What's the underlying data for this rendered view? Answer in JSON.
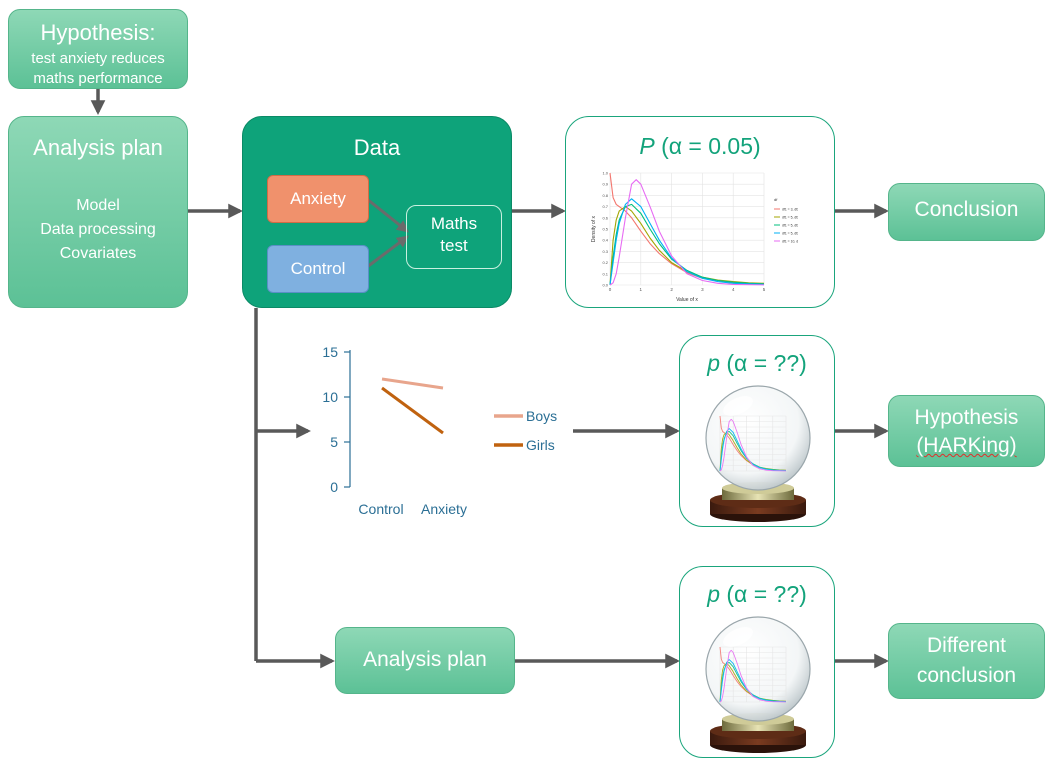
{
  "hypothesis": {
    "title": "Hypothesis:",
    "line1": "test anxiety reduces",
    "line2": "maths performance"
  },
  "analysis_plan": {
    "title": "Analysis plan",
    "items": [
      "Model",
      "Data processing",
      "Covariates"
    ]
  },
  "data_box": {
    "title": "Data",
    "anxiety": "Anxiety",
    "control": "Control",
    "maths_line1": "Maths",
    "maths_line2": "test"
  },
  "p_top": {
    "symbol": "P",
    "label": "(α = 0.05)"
  },
  "p_mid": {
    "symbol": "p",
    "label": "(α = ??)"
  },
  "p_bot": {
    "symbol": "p",
    "label": "(α = ??)"
  },
  "conclusion": "Conclusion",
  "harking": {
    "line1": "Hypothesis",
    "line2": "(HARKing)"
  },
  "analysis_plan_2": "Analysis plan",
  "different": {
    "line1": "Different",
    "line2": "conclusion"
  },
  "colors": {
    "teal": "#13a37b",
    "box_green": "#6cc9a1",
    "dark_green": "#0ea37a",
    "anxiety": "#f0916c",
    "control": "#7fb0e0",
    "boys": "#e8a58c",
    "girls": "#c0620f",
    "axis": "#2b6f95"
  },
  "chart_data": [
    {
      "type": "line",
      "categories": [
        "Control",
        "Anxiety"
      ],
      "yticks": [
        0,
        5,
        10,
        15
      ],
      "ylim": [
        0,
        15
      ],
      "series": [
        {
          "name": "Boys",
          "values": [
            12,
            11
          ]
        },
        {
          "name": "Girls",
          "values": [
            11,
            6
          ]
        }
      ],
      "legend_position": "right"
    },
    {
      "type": "line",
      "xlabel": "Value of x",
      "ylabel": "Density of x",
      "xticks": [
        0,
        1,
        2,
        3,
        4,
        5
      ],
      "yticks": [
        0,
        0.1,
        0.2,
        0.3,
        0.4,
        0.5,
        0.6,
        0.7,
        0.8,
        0.9,
        1.0
      ],
      "xlim": [
        0,
        5
      ],
      "ylim": [
        0,
        1.0
      ],
      "legend_title": "df",
      "legend_position": "right",
      "series": [
        {
          "name": "df1 = 3, df2 = 50",
          "color": "#f3766e",
          "x": [
            0,
            0.1,
            0.2,
            0.3,
            0.5,
            0.7,
            1.0,
            1.3,
            1.6,
            2.0,
            2.5,
            3.0,
            3.5,
            4.0,
            4.5,
            5.0
          ],
          "y": [
            1.0,
            0.78,
            0.72,
            0.7,
            0.66,
            0.6,
            0.48,
            0.37,
            0.28,
            0.19,
            0.11,
            0.06,
            0.04,
            0.02,
            0.015,
            0.01
          ]
        },
        {
          "name": "df1 = 5, df2 = 20",
          "color": "#a3a500",
          "x": [
            0,
            0.1,
            0.2,
            0.3,
            0.5,
            0.7,
            1.0,
            1.3,
            1.6,
            2.0,
            2.5,
            3.0,
            3.5,
            4.0,
            4.5,
            5.0
          ],
          "y": [
            0,
            0.4,
            0.58,
            0.66,
            0.7,
            0.66,
            0.55,
            0.42,
            0.31,
            0.2,
            0.12,
            0.07,
            0.045,
            0.03,
            0.02,
            0.015
          ]
        },
        {
          "name": "df1 = 5, df2 = 20",
          "color": "#00bf7d",
          "x": [
            0,
            0.1,
            0.2,
            0.3,
            0.5,
            0.7,
            1.0,
            1.3,
            1.6,
            2.0,
            2.5,
            3.0,
            3.5,
            4.0,
            4.5,
            5.0
          ],
          "y": [
            0,
            0.25,
            0.45,
            0.58,
            0.7,
            0.72,
            0.64,
            0.5,
            0.37,
            0.23,
            0.13,
            0.07,
            0.04,
            0.025,
            0.015,
            0.01
          ]
        },
        {
          "name": "df1 = 5, df2 = 100",
          "color": "#00b0f6",
          "x": [
            0,
            0.1,
            0.2,
            0.3,
            0.5,
            0.7,
            1.0,
            1.3,
            1.6,
            2.0,
            2.5,
            3.0,
            3.5,
            4.0,
            4.5,
            5.0
          ],
          "y": [
            0,
            0.2,
            0.4,
            0.55,
            0.72,
            0.77,
            0.7,
            0.55,
            0.4,
            0.24,
            0.12,
            0.06,
            0.03,
            0.015,
            0.01,
            0.005
          ]
        },
        {
          "name": "df1 = 10, df2 = 100",
          "color": "#e76bf3",
          "x": [
            0,
            0.1,
            0.2,
            0.3,
            0.5,
            0.7,
            0.85,
            1.0,
            1.3,
            1.6,
            2.0,
            2.5,
            3.0,
            3.5,
            4.0,
            5.0
          ],
          "y": [
            0,
            0.02,
            0.1,
            0.25,
            0.6,
            0.9,
            0.94,
            0.9,
            0.7,
            0.48,
            0.26,
            0.1,
            0.04,
            0.015,
            0.005,
            0.001
          ]
        }
      ]
    }
  ]
}
